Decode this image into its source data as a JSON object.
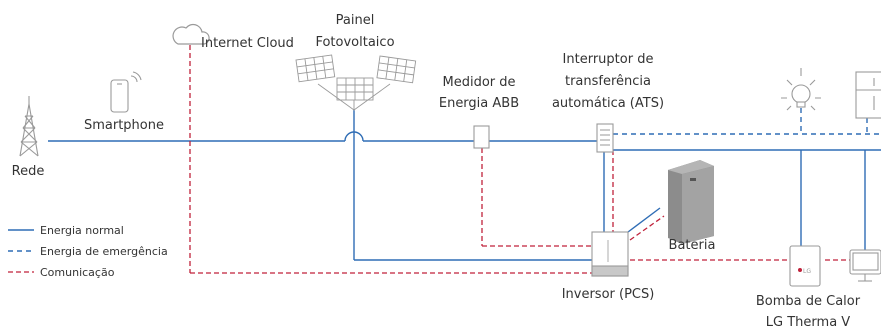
{
  "labels": {
    "rede": "Rede",
    "smartphone": "Smartphone",
    "internet": "Internet Cloud",
    "painel": [
      "Painel",
      "Fotovoltaico"
    ],
    "medidor": [
      "Medidor de",
      "Energia ABB"
    ],
    "ats": [
      "Interruptor de",
      "transferência",
      "automática (ATS)"
    ],
    "bateria": "Bateria",
    "inversor": "Inversor (PCS)",
    "bomba": [
      "Bomba de Calor",
      "LG Therma V"
    ]
  },
  "legend": {
    "normal": "Energia normal",
    "emergencia": "Energia de emergência",
    "comunicacao": "Comunicação"
  },
  "colors": {
    "normal": "#2f6db5",
    "emergencia": "#2f6db5",
    "comunicacao": "#c0223b",
    "icon": "#9a9a9a",
    "text": "#333333"
  },
  "icons": [
    "tower-icon",
    "smartphone-icon",
    "cloud-icon",
    "solar-panel-icon",
    "meter-icon",
    "switch-icon",
    "battery-icon",
    "inverter-icon",
    "heat-pump-icon",
    "lamp-icon",
    "fridge-icon",
    "monitor-icon"
  ]
}
